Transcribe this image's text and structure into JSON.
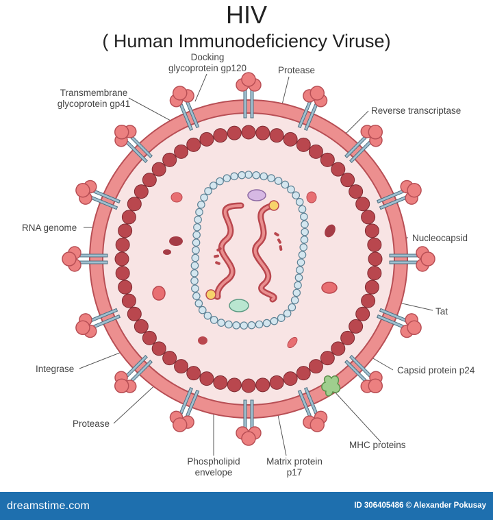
{
  "title": "HIV",
  "subtitle": "( Human Immunodeficiency Viruse)",
  "labels": {
    "docking_line1": "Docking",
    "docking_line2": "glycoprotein gp120",
    "protease_top": "Protease",
    "transmembrane_line1": "Transmembrane",
    "transmembrane_line2": "glycoprotein gp41",
    "reverse_transcriptase": "Reverse transcriptase",
    "rna_genome": "RNA genome",
    "nucleocapsid": "Nucleocapsid",
    "tat": "Tat",
    "integrase": "Integrase",
    "capsid_protein": "Capsid protein p24",
    "protease_bottom": "Protease",
    "mhc_proteins": "MHC proteins",
    "phospholipid_line1": "Phospholipid",
    "phospholipid_line2": "envelope",
    "matrix_line1": "Matrix protein",
    "matrix_line2": "p17"
  },
  "footer": {
    "brand": "dreamstime.com",
    "credit": "ID 306405486 © Alexander Pokusay"
  },
  "colors": {
    "envelope": "#ec8f8f",
    "envelope_inner": "#f8e4e4",
    "matrix": "#b9474e",
    "capsid": "#d4e6ef",
    "rna": "#b9474e",
    "protease": "#d6b8e4",
    "reverse_transcriptase": "#f7d36b",
    "integrase": "#b9e6d0",
    "tat": "#e86f72",
    "mhc": "#9fce8e",
    "stalk": "#9fbfcf",
    "footer": "#1e6fae"
  }
}
